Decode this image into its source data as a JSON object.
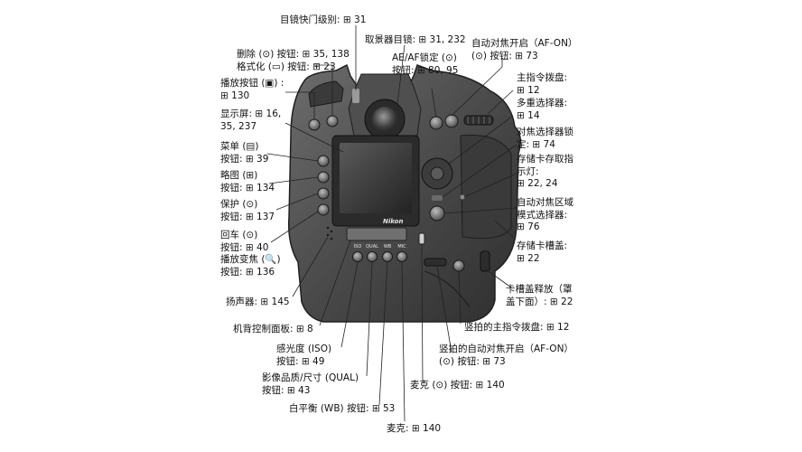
{
  "labels": [
    {
      "id": "viewfinder-eyepiece-shutter",
      "lines": [
        "目镜快门级别: ⊞ 31"
      ]
    },
    {
      "id": "viewfinder-eyepiece",
      "lines": [
        "取景器目镜: ⊞ 31, 232"
      ]
    },
    {
      "id": "af-on-button",
      "lines": [
        "自动对焦开启（AF-ON）",
        "(⊙) 按钮: ⊞ 73"
      ]
    },
    {
      "id": "delete-format-button",
      "lines": [
        "删除 (⊙) 按钮: ⊞ 35, 138",
        "格式化 (▭) 按钮: ⊞ 23"
      ]
    },
    {
      "id": "ae-af-lock-button",
      "lines": [
        "AE/AF锁定 (⊙)",
        "按钮: ⊞ 80, 95"
      ]
    },
    {
      "id": "main-command-dial",
      "lines": [
        "主指令拨盘:",
        "⊞ 12"
      ]
    },
    {
      "id": "playback-button",
      "lines": [
        "播放按钮 (▣) :",
        "⊞ 130"
      ]
    },
    {
      "id": "multi-selector",
      "lines": [
        "多重选择器:",
        "⊞ 14"
      ]
    },
    {
      "id": "monitor",
      "lines": [
        "显示屏: ⊞ 16,",
        "35, 237"
      ]
    },
    {
      "id": "focus-selector-lock",
      "lines": [
        "对焦选择器锁",
        "定: ⊞ 74"
      ]
    },
    {
      "id": "menu-button",
      "lines": [
        "菜单 (▤)",
        "按钮: ⊞ 39"
      ]
    },
    {
      "id": "card-access-lamp",
      "lines": [
        "存储卡存取指",
        "示灯:",
        "⊞ 22, 24"
      ]
    },
    {
      "id": "thumbnail-button",
      "lines": [
        "略图 (⊞)",
        "按钮: ⊞ 134"
      ]
    },
    {
      "id": "af-area-mode-selector",
      "lines": [
        "自动对焦区域",
        "模式选择器:",
        "⊞ 76"
      ]
    },
    {
      "id": "protect-button",
      "lines": [
        "保护 (⊙)",
        "按钮: ⊞ 137"
      ]
    },
    {
      "id": "card-slot-cover",
      "lines": [
        "存储卡槽盖:",
        "⊞ 22"
      ]
    },
    {
      "id": "enter-zoom-button",
      "lines": [
        "回车 (⊙)",
        "按钮: ⊞ 40",
        "播放变焦 (🔍)",
        "按钮: ⊞ 136"
      ]
    },
    {
      "id": "card-slot-cover-release",
      "lines": [
        "卡槽盖释放（罩",
        "盖下面）: ⊞ 22"
      ]
    },
    {
      "id": "speaker",
      "lines": [
        "扬声器: ⊞ 145"
      ]
    },
    {
      "id": "vertical-main-command-dial",
      "lines": [
        "竖拍的主指令拨盘: ⊞ 12"
      ]
    },
    {
      "id": "rear-control-panel",
      "lines": [
        "机背控制面板: ⊞ 8"
      ]
    },
    {
      "id": "vertical-af-on-button",
      "lines": [
        "竖拍的自动对焦开启（AF-ON）",
        "(⊙) 按钮: ⊞ 73"
      ]
    },
    {
      "id": "iso-button",
      "lines": [
        "感光度 (ISO)",
        "按钮: ⊞ 49"
      ]
    },
    {
      "id": "qual-button",
      "lines": [
        "影像品质/尺寸 (QUAL)",
        "按钮: ⊞ 43"
      ]
    },
    {
      "id": "microphone-button",
      "lines": [
        "麦克 (⊙) 按钮: ⊞ 140"
      ]
    },
    {
      "id": "wb-button",
      "lines": [
        "白平衡 (WB) 按钮: ⊞ 53"
      ]
    },
    {
      "id": "microphone",
      "lines": [
        "麦克: ⊞ 140"
      ]
    }
  ],
  "camera": {
    "brand": "Nikon",
    "panel_buttons": [
      "ISO",
      "QUAL",
      "WB",
      "MIC"
    ]
  }
}
